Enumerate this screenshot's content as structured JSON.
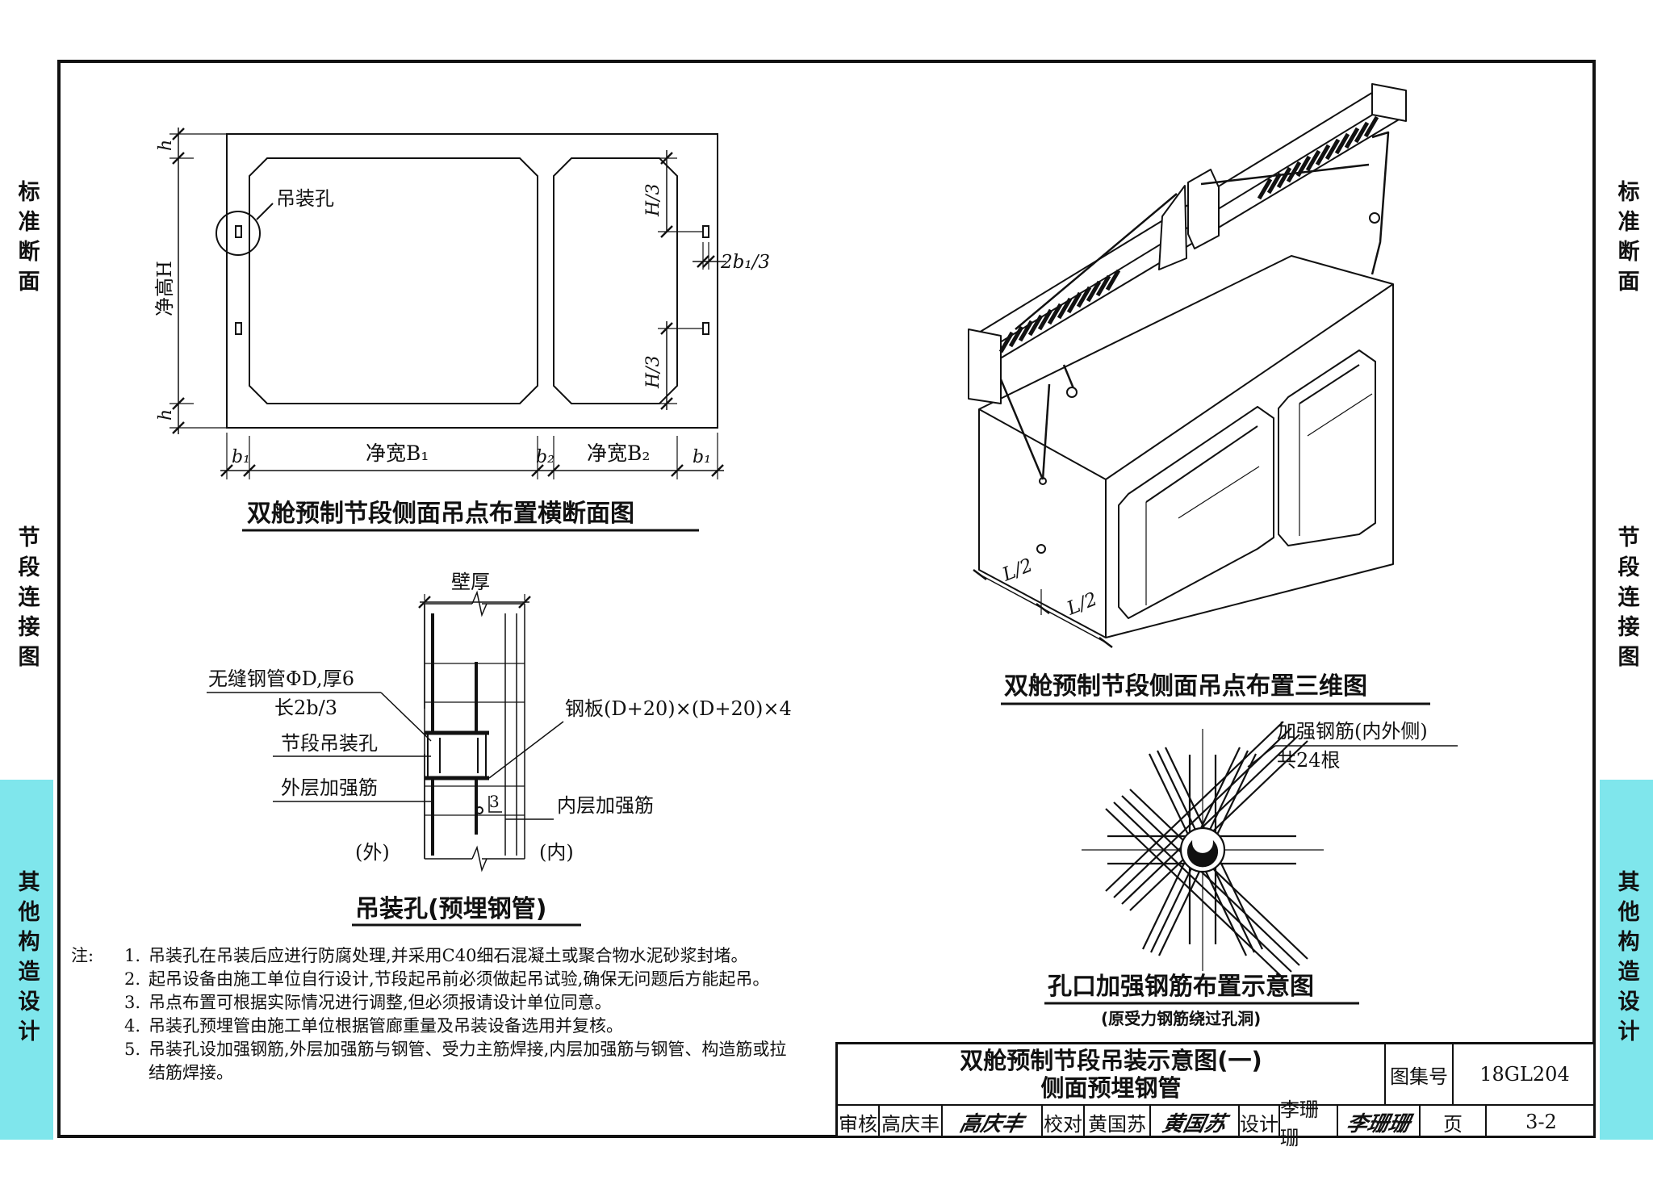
{
  "side_tabs": {
    "left": [
      {
        "label": "标准断面",
        "color": "#ffffff"
      },
      {
        "label": "节段连接图",
        "color": "#ffffff"
      },
      {
        "label": "其他构造设计",
        "color": "#7fe6ec"
      }
    ],
    "right": [
      {
        "label": "标准断面",
        "color": "#ffffff"
      },
      {
        "label": "节段连接图",
        "color": "#ffffff"
      },
      {
        "label": "其他构造设计",
        "color": "#7fe6ec"
      }
    ]
  },
  "cross_section": {
    "caption": "双舱预制节段侧面吊点布置横断面图",
    "hole_label": "吊装孔",
    "h_label": "h",
    "height_label": "净高H",
    "third_label": "H/3",
    "wall_label": "2b₁/3",
    "b1_label": "b₁",
    "b2_label": "b₂",
    "width1_label": "净宽B₁",
    "width2_label": "净宽B₂"
  },
  "detail": {
    "caption": "吊装孔(预埋钢管)",
    "wall_thickness": "壁厚",
    "pipe_line1": "无缝钢管ΦD,厚6",
    "pipe_line2": "长2b/3",
    "hole": "节段吊装孔",
    "outer_bar": "外层加强筋",
    "plate": "钢板(D+20)×(D+20)×4",
    "weld": "3",
    "inner_bar": "内层加强筋",
    "outside": "(外)",
    "inside": "(内)"
  },
  "view_3d": {
    "caption": "双舱预制节段侧面吊点布置三维图",
    "half_length": "L/2"
  },
  "rebar": {
    "caption": "孔口加强钢筋布置示意图",
    "sub": "(原受力钢筋绕过孔洞)",
    "label1": "加强钢筋(内外侧)",
    "label2": "共24根"
  },
  "notes": {
    "lead": "注:",
    "items": [
      {
        "num": "1.",
        "text": "吊装孔在吊装后应进行防腐处理,并采用C40细石混凝土或聚合物水泥砂浆封堵。"
      },
      {
        "num": "2.",
        "text": "起吊设备由施工单位自行设计,节段起吊前必须做起吊试验,确保无问题后方能起吊。"
      },
      {
        "num": "3.",
        "text": "吊点布置可根据实际情况进行调整,但必须报请设计单位同意。"
      },
      {
        "num": "4.",
        "text": "吊装孔预埋管由施工单位根据管廊重量及吊装设备选用并复核。"
      },
      {
        "num": "5.",
        "text": "吊装孔设加强钢筋,外层加强筋与钢管、受力主筋焊接,内层加强筋与钢管、构造筋或拉结筋焊接。"
      }
    ]
  },
  "title_block": {
    "title_line1": "双舱预制节段吊装示意图(一)",
    "title_line2": "侧面预埋钢管",
    "atlas_label": "图集号",
    "atlas_no": "18GL204",
    "review_label": "审核",
    "reviewer": "高庆丰",
    "reviewer_sig": "高庆丰",
    "check_label": "校对",
    "checker": "黄国苏",
    "checker_sig": "黄国苏",
    "design_label": "设计",
    "designer": "李珊珊",
    "designer_sig": "李珊珊",
    "page_label": "页",
    "page_no": "3-2"
  }
}
